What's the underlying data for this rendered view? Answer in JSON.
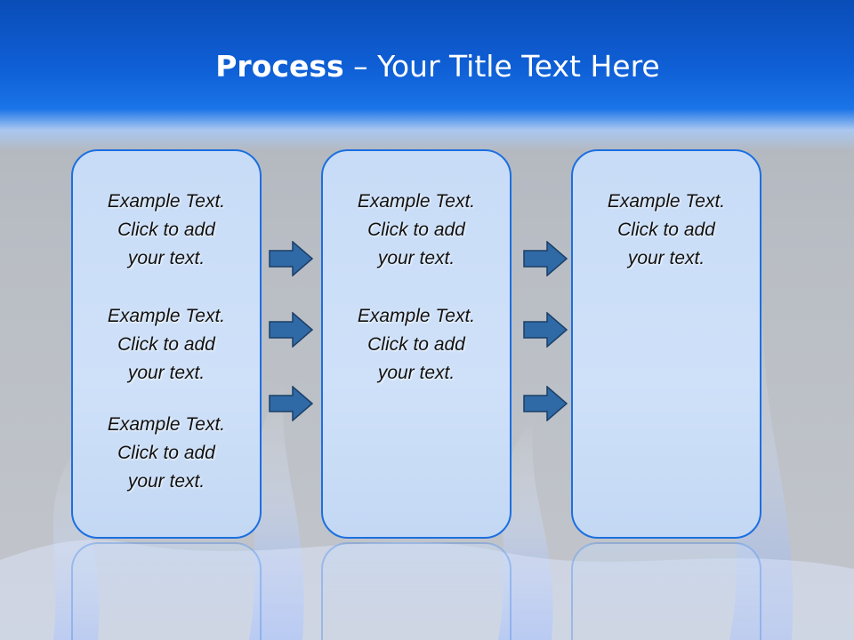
{
  "slide": {
    "title_bold": "Process",
    "title_rest": " – Your Title Text Here"
  },
  "columns": [
    {
      "items": [
        "Example Text.\nClick  to add\nyour text.",
        "Example Text.\nClick  to add\nyour text.",
        "Example Text.\nClick  to add\nyour text."
      ]
    },
    {
      "items": [
        "Example Text.\nClick  to add\nyour text.",
        "Example Text.\nClick  to add\nyour text."
      ]
    },
    {
      "items": [
        "Example Text.\nClick  to add\nyour text."
      ]
    }
  ],
  "arrows": {
    "icon": "arrow-right-icon",
    "fill": "#2f6aa7",
    "stroke": "#1b3f66",
    "count_per_gap": 3
  },
  "colors": {
    "header": "#0f5fd6",
    "box_border": "#1c6fe0",
    "box_fill": "#cde0f8"
  }
}
